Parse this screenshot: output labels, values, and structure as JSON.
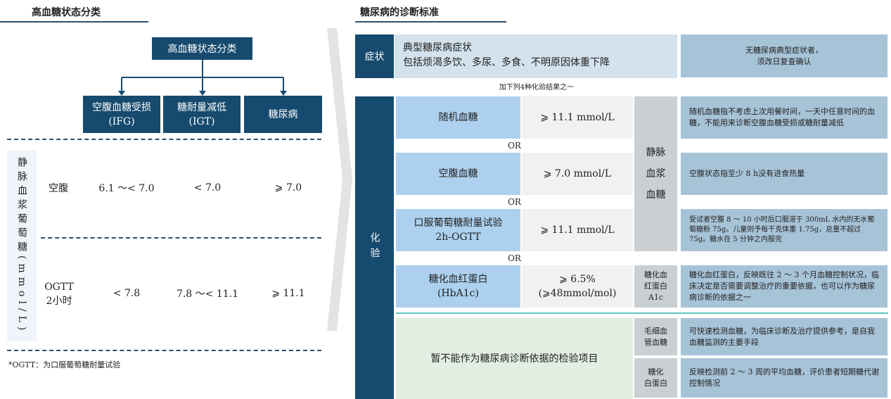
{
  "left": {
    "title": "高血糖状态分类",
    "root": "高血糖状态分类",
    "children": [
      {
        "line1": "空腹血糖受损",
        "line2": "(IFG)"
      },
      {
        "line1": "糖耐量减低",
        "line2": "(IGT)"
      },
      {
        "line1": "糖尿病",
        "line2": ""
      }
    ],
    "side_label": "静脉血浆葡萄糖(mmol/L)",
    "rows": [
      {
        "label": "空腹",
        "values": [
          "6.1 ～< 7.0",
          "< 7.0",
          "⩾ 7.0"
        ]
      },
      {
        "label": "OGTT\n2小时",
        "values": [
          "< 7.8",
          "7.8 ～< 11.1",
          "⩾ 11.1"
        ]
      }
    ],
    "footnote": "*OGTT：为口服葡萄糖耐量试验"
  },
  "right": {
    "title": "糖尿病的诊断标准",
    "symptom": {
      "label": "症状",
      "line1": "典型糖尿病症状",
      "line2": "包括烦渴多饮、多尿、多食、不明原因体重下降",
      "note": "无糖尿病典型症状者，\n须改日复查确认"
    },
    "plus": "加下列4种化验结果之一",
    "lab_label": "化验",
    "or": "OR",
    "tests": [
      {
        "name": "随机血糖",
        "value": "⩾ 11.1 mmol/L",
        "note": "随机血糖指不考虑上次用餐时间，一天中任意时间的血糖，不能用来诊断空腹血糖受损或糖耐量减低"
      },
      {
        "name": "空腹血糖",
        "value": "⩾ 7.0 mmol/L",
        "note": "空腹状态指至少 8 h没有进食热量"
      },
      {
        "name": "口服葡萄糖耐量试验\n2h-OGTT",
        "value": "⩾ 11.1 mmol/L",
        "note": "受试者空腹 8 ～ 10 小时后口服溶于 300mL 水内的无水葡萄糖粉 75g。儿童则予每千克体重 1.75g，总量不超过 75g。糖水在 5 分钟之内服完"
      },
      {
        "name": "糖化血红蛋白\n(HbA1c)",
        "value": "⩾ 6.5%\n(⩾48mmol/mol)",
        "note": "糖化血红蛋白，反映既往 2 ～ 3 个月血糖控制状况，临床决定是否需要调整治疗的重要依据，也可以作为糖尿病诊断的依据之一"
      }
    ],
    "sample_plasma": "静脉\n血浆\n血糖",
    "sample_hba1c": "糖化血\n红蛋白\nA1c",
    "not_basis": "暂不能作为糖尿病诊断依据的检验项目",
    "others": [
      {
        "sample": "毛细血\n管血糖",
        "note": "可快速检测血糖，为临床诊断及治疗提供参考，是自我血糖监测的主要手段"
      },
      {
        "sample": "糖化\n白蛋白",
        "note": "反映检测前 2 ～ 3 周的平均血糖，评价患者短期糖代谢控制情况"
      }
    ]
  }
}
